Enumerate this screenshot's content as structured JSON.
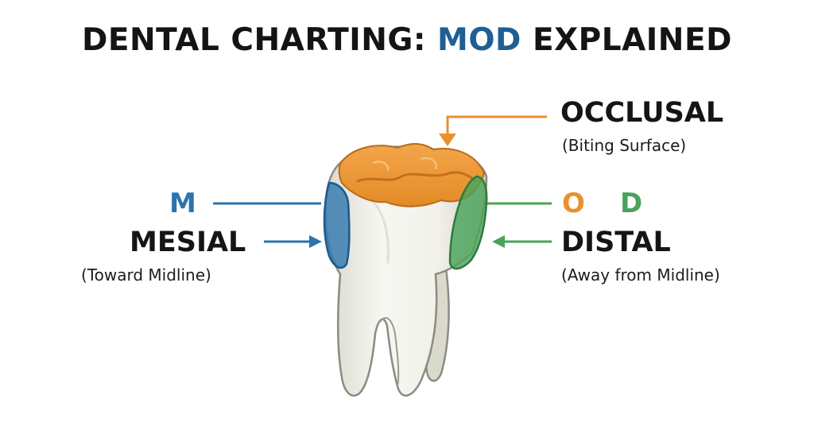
{
  "title": {
    "prefix": "DENTAL CHARTING: ",
    "highlight": "MOD",
    "suffix": " EXPLAINED"
  },
  "labels": {
    "occlusal": {
      "title": "OCCLUSAL",
      "subtitle": "(Biting Surface)"
    },
    "mesial": {
      "letter": "M",
      "title": "MESIAL",
      "subtitle": "(Toward Midline)"
    },
    "distal": {
      "letter": "D",
      "title": "DISTAL",
      "subtitle": "(Away from Midline)"
    },
    "o_letter": "O"
  },
  "colors": {
    "mesial": "#2b74ad",
    "occlusal": "#e8912e",
    "distal": "#4aa35a",
    "title_accent": "#1f5f93",
    "text": "#151515"
  }
}
